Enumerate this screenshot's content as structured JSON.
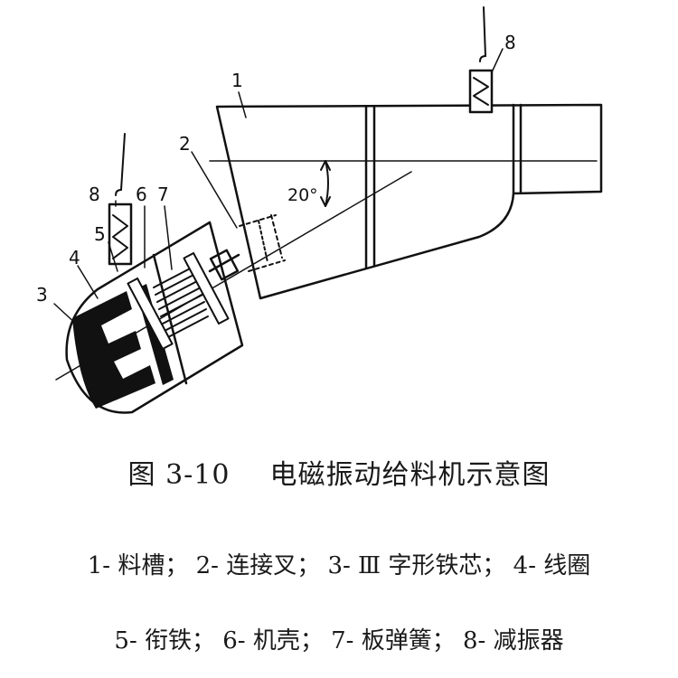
{
  "figure": {
    "number": "图 3-10",
    "title": "电磁振动给料机示意图",
    "angle_label": "20°"
  },
  "part_labels": [
    "1",
    "2",
    "3",
    "4",
    "5",
    "6",
    "7",
    "8",
    "8"
  ],
  "legend": {
    "line1": "1- 料槽； 2- 连接叉； 3- Ⅲ 字形铁芯； 4- 线圈",
    "line2": "5- 衔铁； 6- 机壳； 7- 板弹簧； 8- 减振器"
  },
  "colors": {
    "ink": "#111111",
    "paper": "#ffffff"
  }
}
